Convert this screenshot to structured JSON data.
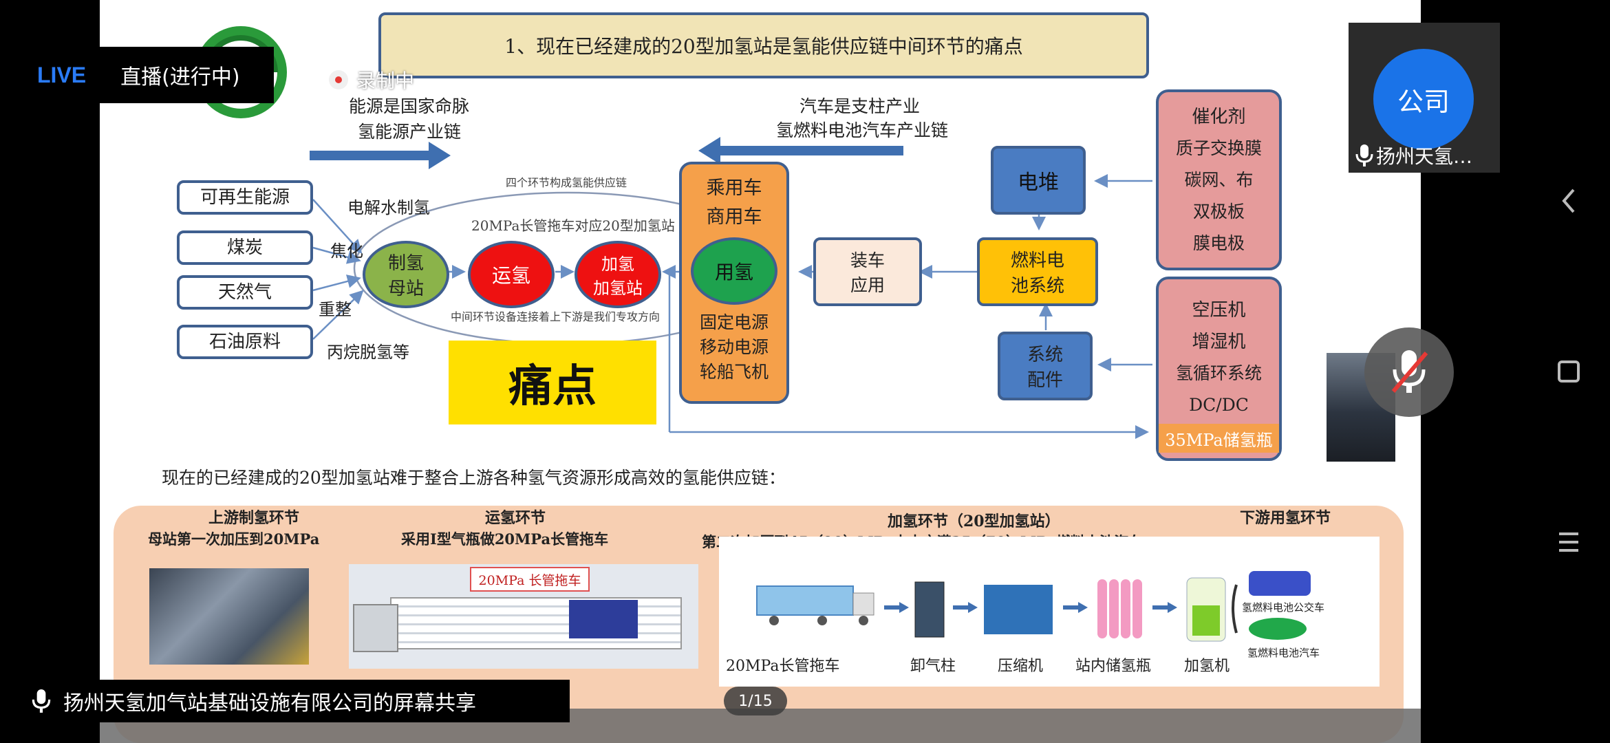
{
  "live": {
    "badge": "LIVE",
    "status": "直播(进行中)"
  },
  "recording": {
    "label": "录制中"
  },
  "participant": {
    "avatar_text": "公司",
    "name": "扬州天氢…"
  },
  "share_banner": {
    "text": "扬州天氢加气站基础设施有限公司的屏幕共享"
  },
  "page_indicator": "1/15",
  "slide": {
    "title": "1、现在已经建成的20型加氢站是氢能供应链中间环节的痛点",
    "left_head": [
      "能源是国家命脉",
      "氢能源产业链"
    ],
    "right_head": [
      "汽车是支柱产业",
      "氢燃料电池汽车产业链"
    ],
    "sources": [
      "可再生能源",
      "煤炭",
      "天然气",
      "石油原料"
    ],
    "methods": [
      "电解水制氢",
      "焦化",
      "重整",
      "丙烷脱氢等"
    ],
    "ring_top": "四个环节构成氢能供应链",
    "ring_mid": "20MPa长管拖车对应20型加氢站",
    "ring_bottom": "中间环节设备连接着上下游是我们专攻方向",
    "nodes": {
      "produce": [
        "制氢",
        "母站"
      ],
      "transport": "运氢",
      "station": [
        "加氢",
        "加氢站"
      ],
      "use": "用氢"
    },
    "pain": "痛点",
    "vehicles_top": [
      "乘用车",
      "商用车"
    ],
    "vehicles_bottom": [
      "固定电源",
      "移动电源",
      "轮船飞机"
    ],
    "apply": [
      "装车",
      "应用"
    ],
    "stack": "电堆",
    "fc_system": [
      "燃料电",
      "池系统"
    ],
    "accessories": [
      "系统",
      "配件"
    ],
    "catalyst": [
      "催化剂",
      "质子交换膜",
      "碳网、布",
      "双极板",
      "膜电极"
    ],
    "bop": [
      "空压机",
      "增湿机",
      "氢循环系统",
      "DC/DC"
    ],
    "tank": "35MPa储氢瓶",
    "summary": "现在的已经建成的20型加氢站难于整合上游各种氢气资源形成高效的氢能供应链：",
    "sections": {
      "upstream": [
        "上游制氢环节",
        "母站第一次加压到20MPa"
      ],
      "transport": [
        "运氢环节",
        "采用Ⅰ型气瓶做20MPa长管拖车"
      ],
      "station": [
        "加氢环节（20型加氢站）",
        "第二次加压到45（90）MPa中去充满35（70）MPa燃料电池汽车"
      ],
      "downstream": [
        "下游用氢环节"
      ]
    },
    "trailer_label": "20MPa 长管拖车",
    "flow": [
      "20MPa长管拖车",
      "卸气柱",
      "压缩机",
      "站内储氢瓶",
      "加氢机"
    ],
    "end_uses": [
      "氢燃料电池公交车",
      "氢燃料电池汽车"
    ]
  },
  "colors": {
    "live_blue": "#2a7bf6",
    "avatar_blue": "#1a73e8",
    "mic_off_red": "#e53935",
    "pain_yellow": "#ffe000",
    "hydrogen_red": "#ee1111",
    "green": "#8bb34a",
    "orange": "#f5a04a",
    "blue_box": "#4a7cc2"
  }
}
